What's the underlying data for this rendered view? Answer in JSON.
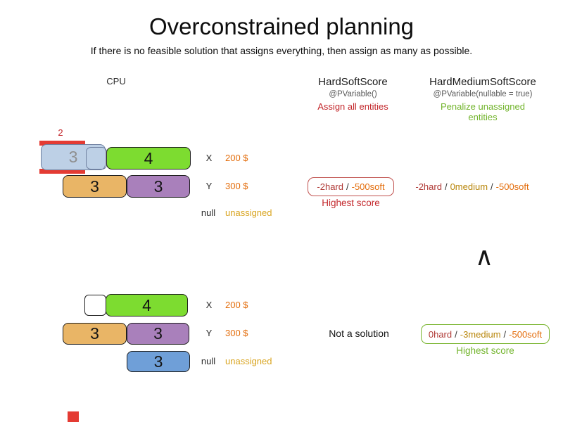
{
  "title": "Overconstrained planning",
  "subtitle": "If there is no feasible solution that assigns everything, then assign as many as possible.",
  "headers": {
    "cpu": "CPU",
    "hard_soft": {
      "name": "HardSoftScore",
      "annotation": "@PVariable()",
      "note": "Assign all entities"
    },
    "hard_medium_soft": {
      "name": "HardMediumSoftScore",
      "annotation": "@PVariable(nullable = true)",
      "note": "Penalize unassigned entities"
    }
  },
  "top_state": {
    "overflow_label": "2",
    "machine_x": {
      "label": "X",
      "cost": "200 $",
      "blue_process": "3",
      "green_process": "4"
    },
    "machine_y": {
      "label": "Y",
      "cost": "300 $",
      "orange_process": "3",
      "purple_process": "3"
    },
    "unassigned_row": {
      "label": "null",
      "value": "unassigned"
    },
    "hard_soft_score": {
      "hard": "-2hard",
      "soft": "-500soft",
      "caption": "Highest score"
    },
    "hard_medium_soft_score": {
      "hard": "-2hard",
      "medium": "0medium",
      "soft": "-500soft"
    }
  },
  "bottom_state": {
    "machine_x": {
      "label": "X",
      "cost": "200 $",
      "green_process": "4"
    },
    "machine_y": {
      "label": "Y",
      "cost": "300 $",
      "orange_process": "3",
      "purple_process": "3"
    },
    "unassigned_row": {
      "label": "null",
      "value": "unassigned",
      "blue_process": "3"
    },
    "hard_soft_note": "Not a solution",
    "hard_medium_soft_score": {
      "hard": "0hard",
      "medium": "-3medium",
      "soft": "-500soft",
      "caption": "Highest score"
    }
  },
  "sep": "/",
  "icons": {
    "comparator": "∧"
  },
  "colors": {
    "red_accent": "#e43b33",
    "red_text": "#c3272b",
    "hard_red": "#b03a36",
    "medium_gold": "#b8860b",
    "soft_orange": "#e36c0a",
    "unassigned_gold": "#d9a521",
    "green_text": "#72b42c",
    "bar_blue": "#bdd0e6",
    "bar_green": "#7ddc30",
    "bar_orange": "#e9b566",
    "bar_purple": "#a980bb",
    "bar_steel_blue": "#6f9fd8"
  }
}
